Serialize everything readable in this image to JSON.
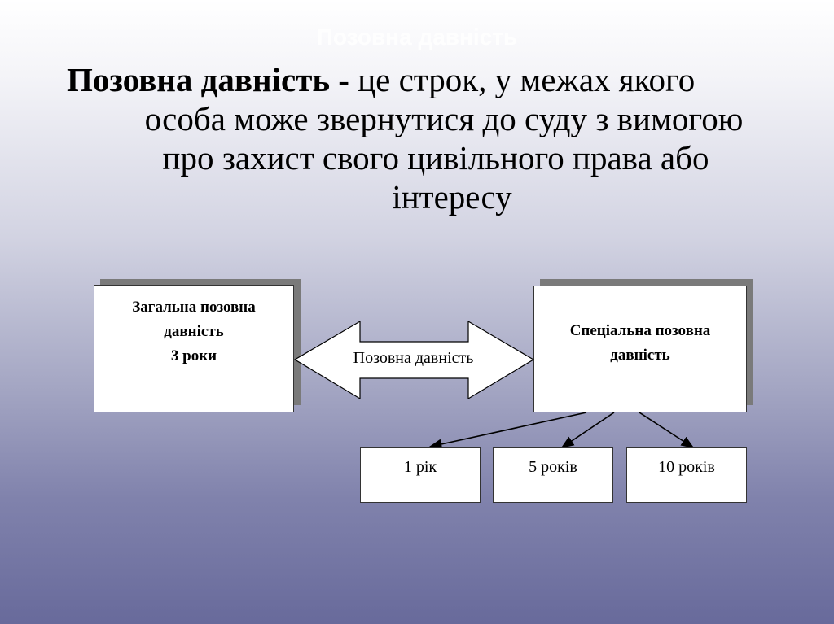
{
  "title": "Позовна давність",
  "definition": {
    "term": "Позовна давність",
    "line1_rest": " - це строк, у межах якого",
    "line2": "особа може звернутися до суду з вимогою",
    "line3": "про захист свого цивільного права або",
    "line4": "інтересу"
  },
  "diagram": {
    "general": {
      "line1": "Загальна позовна",
      "line2": "давність",
      "line3": "3 роки"
    },
    "arrow_label": "Позовна давність",
    "special": {
      "line1": "Спеціальна позовна",
      "line2": "давність"
    },
    "terms": [
      "1 рік",
      "5 років",
      "10 років"
    ]
  }
}
